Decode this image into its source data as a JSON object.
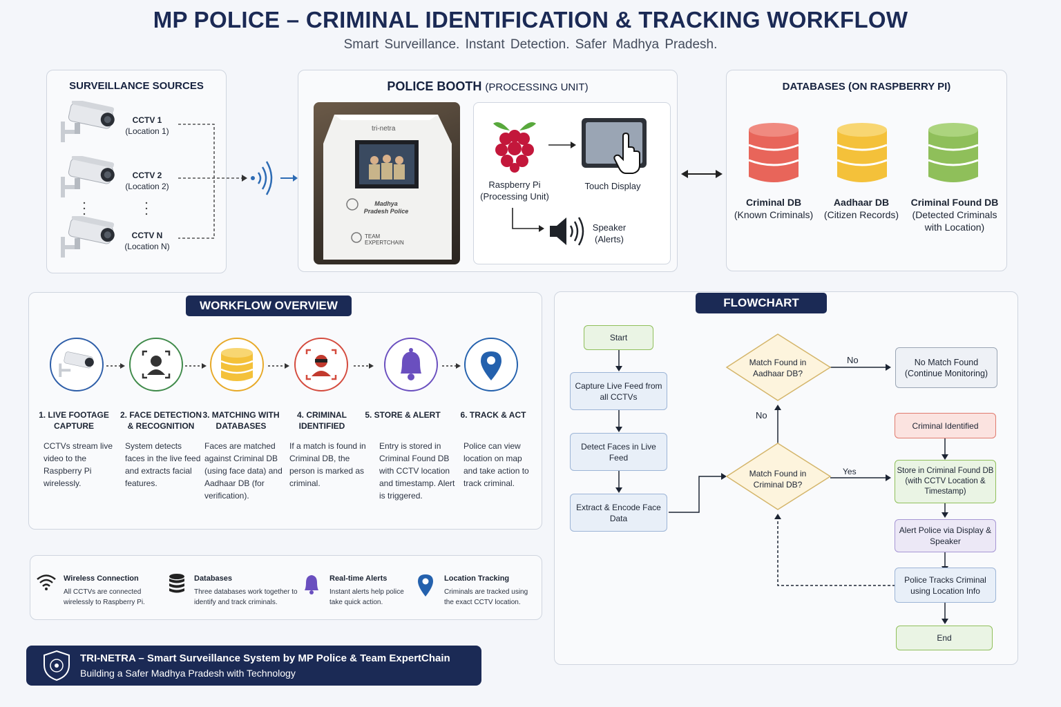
{
  "header": {
    "title": "MP POLICE – CRIMINAL IDENTIFICATION & TRACKING WORKFLOW",
    "subtitle": "Smart Surveillance.  Instant Detection.  Safer Madhya Pradesh."
  },
  "sources": {
    "title": "SURVEILLANCE SOURCES",
    "cameras": [
      {
        "name": "CCTV 1",
        "loc": "(Location 1)"
      },
      {
        "name": "CCTV 2",
        "loc": "(Location 2)"
      },
      {
        "name": "CCTV N",
        "loc": "(Location N)"
      }
    ]
  },
  "booth": {
    "title": "POLICE BOOTH",
    "title_sub": "(PROCESSING UNIT)",
    "brand": "tri-netra",
    "booth_text": "Madhya Pradesh Police",
    "team_text": "TEAM EXPERTCHAIN",
    "pi_name": "Raspberry Pi",
    "pi_sub": "(Processing Unit)",
    "display": "Touch Display",
    "speaker": "Speaker",
    "speaker_sub": "(Alerts)"
  },
  "databases": {
    "title": "DATABASES (ON RASPBERRY PI)",
    "items": [
      {
        "name": "Criminal DB",
        "desc": "(Known Criminals)",
        "color": "#e8655a"
      },
      {
        "name": "Aadhaar DB",
        "desc": "(Citizen Records)",
        "color": "#f4c13a"
      },
      {
        "name": "Criminal Found DB",
        "desc": "(Detected Criminals with Location)",
        "color": "#8fbf5a"
      }
    ]
  },
  "workflow": {
    "tag": "WORKFLOW OVERVIEW",
    "steps": [
      {
        "title": "1. LIVE FOOTAGE CAPTURE",
        "desc": "CCTVs stream live video to the Raspberry Pi wirelessly.",
        "color": "#2e5ea8",
        "icon": "camera-icon"
      },
      {
        "title": "2. FACE DETECTION & RECOGNITION",
        "desc": "System detects faces in the live feed and extracts facial features.",
        "color": "#3f8a4a",
        "icon": "face-scan-icon"
      },
      {
        "title": "3. MATCHING WITH DATABASES",
        "desc": "Faces are matched against Criminal DB (using face data) and Aadhaar DB (for verification).",
        "color": "#e7a928",
        "icon": "database-icon"
      },
      {
        "title": "4. CRIMINAL IDENTIFIED",
        "desc": "If a match is found in Criminal DB, the person is marked as criminal.",
        "color": "#d44b3e",
        "icon": "criminal-icon"
      },
      {
        "title": "5. STORE & ALERT",
        "desc": "Entry is stored in Criminal Found DB with CCTV location and timestamp. Alert is triggered.",
        "color": "#6a4fbf",
        "icon": "bell-icon"
      },
      {
        "title": "6. TRACK & ACT",
        "desc": "Police can view location on map and take action to track criminal.",
        "color": "#2461ad",
        "icon": "location-pin-icon"
      }
    ]
  },
  "features": [
    {
      "title": "Wireless Connection",
      "desc": "All CCTVs are connected wirelessly to Raspberry Pi."
    },
    {
      "title": "Databases",
      "desc": "Three databases work together to identify and track criminals."
    },
    {
      "title": "Real-time Alerts",
      "desc": "Instant alerts help police take quick action."
    },
    {
      "title": "Location Tracking",
      "desc": "Criminals are tracked using the exact CCTV location."
    }
  ],
  "banner": {
    "line1": "TRI-NETRA – Smart Surveillance System by MP Police & Team ExpertChain",
    "line2": "Building a Safer Madhya Pradesh with Technology"
  },
  "flowchart": {
    "tag": "FLOWCHART",
    "start": "Start",
    "capture": "Capture Live Feed from all CCTVs",
    "detect": "Detect Faces in Live Feed",
    "extract": "Extract & Encode Face Data",
    "match_criminal": "Match Found in Criminal DB?",
    "match_aadhaar": "Match Found in Aadhaar DB?",
    "no_match": "No Match Found (Continue Monitoring)",
    "identified": "Criminal Identified",
    "store": "Store in Criminal Found DB (with CCTV Location & Timestamp)",
    "alert": "Alert Police via Display & Speaker",
    "track": "Police Tracks Criminal using Location Info",
    "end": "End",
    "yes": "Yes",
    "no": "No",
    "no2": "No"
  }
}
